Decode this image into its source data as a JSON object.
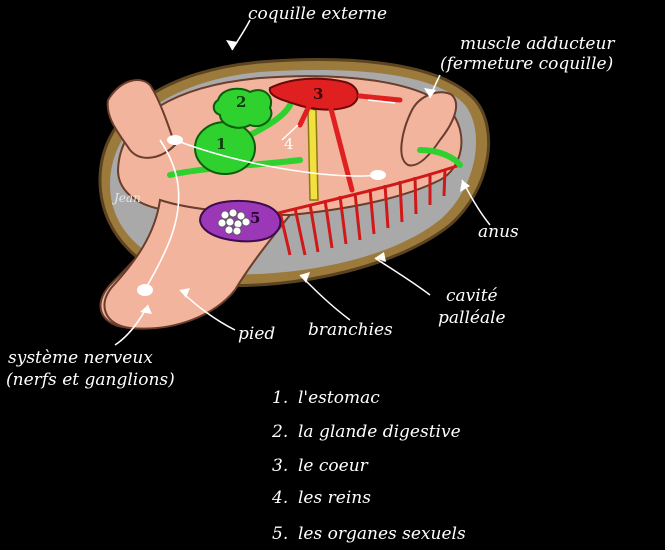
{
  "labels": {
    "shell": "coquille externe",
    "muscle_1": "muscle adducteur",
    "muscle_2": "(fermeture coquille)",
    "anus": "anus",
    "cavity_1": "cavité",
    "cavity_2": "palléale",
    "gills": "branchies",
    "foot": "pied",
    "nerve_1": "système nerveux",
    "nerve_2": "(nerfs et ganglions)",
    "signature": "Jean"
  },
  "markers": {
    "m1": "1",
    "m2": "2",
    "m3": "3",
    "m4": "4",
    "m5": "5"
  },
  "legend": [
    {
      "num": "1.",
      "text": "l'estomac"
    },
    {
      "num": "2.",
      "text": "la glande digestive"
    },
    {
      "num": "3.",
      "text": "le coeur"
    },
    {
      "num": "4.",
      "text": "les reins"
    },
    {
      "num": "5.",
      "text": "les organes sexuels"
    }
  ],
  "colors": {
    "background": "#000000",
    "shell_rim": "#9c7a3c",
    "shell_inner": "#a8a8a8",
    "flesh": "#f2b49c",
    "digestive": "#2ed12e",
    "heart": "#e02020",
    "kidney": "#f2e040",
    "gonad": "#9a38b8",
    "nerve": "#ffffff"
  }
}
